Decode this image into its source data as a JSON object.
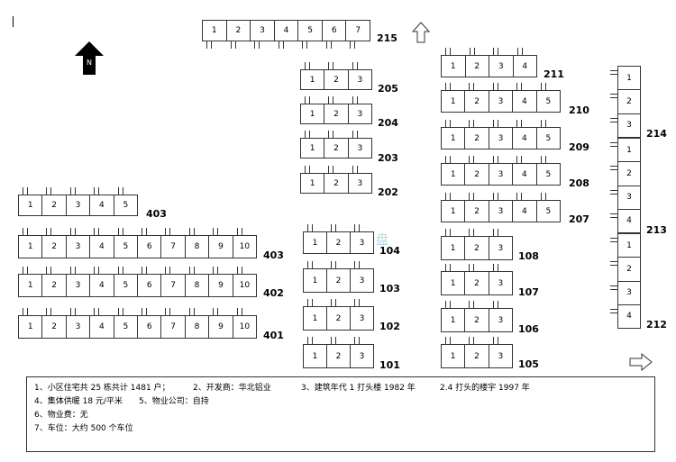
{
  "watermark": "汇聚楼盘",
  "north_label": "N",
  "blocks": [
    {
      "id": "b215",
      "label": "215",
      "units": [
        "1",
        "2",
        "3",
        "4",
        "5",
        "6",
        "7"
      ]
    },
    {
      "id": "b205",
      "label": "205",
      "units": [
        "1",
        "2",
        "3"
      ]
    },
    {
      "id": "b204",
      "label": "204",
      "units": [
        "1",
        "2",
        "3"
      ]
    },
    {
      "id": "b203",
      "label": "203",
      "units": [
        "1",
        "2",
        "3"
      ]
    },
    {
      "id": "b202",
      "label": "202",
      "units": [
        "1",
        "2",
        "3"
      ]
    },
    {
      "id": "b211",
      "label": "211",
      "units": [
        "1",
        "2",
        "3",
        "4"
      ]
    },
    {
      "id": "b210",
      "label": "210",
      "units": [
        "1",
        "2",
        "3",
        "4",
        "5"
      ]
    },
    {
      "id": "b209",
      "label": "209",
      "units": [
        "1",
        "2",
        "3",
        "4",
        "5"
      ]
    },
    {
      "id": "b208",
      "label": "208",
      "units": [
        "1",
        "2",
        "3",
        "4",
        "5"
      ]
    },
    {
      "id": "b207",
      "label": "207",
      "units": [
        "1",
        "2",
        "3",
        "4",
        "5"
      ]
    },
    {
      "id": "b403a",
      "label": "403",
      "units": [
        "1",
        "2",
        "3",
        "4",
        "5"
      ]
    },
    {
      "id": "b403",
      "label": "403",
      "units": [
        "1",
        "2",
        "3",
        "4",
        "5",
        "6",
        "7",
        "8",
        "9",
        "10"
      ]
    },
    {
      "id": "b402",
      "label": "402",
      "units": [
        "1",
        "2",
        "3",
        "4",
        "5",
        "6",
        "7",
        "8",
        "9",
        "10"
      ]
    },
    {
      "id": "b401",
      "label": "401",
      "units": [
        "1",
        "2",
        "3",
        "4",
        "5",
        "6",
        "7",
        "8",
        "9",
        "10"
      ]
    },
    {
      "id": "b104",
      "label": "104",
      "units": [
        "1",
        "2",
        "3"
      ]
    },
    {
      "id": "b103",
      "label": "103",
      "units": [
        "1",
        "2",
        "3"
      ]
    },
    {
      "id": "b102",
      "label": "102",
      "units": [
        "1",
        "2",
        "3"
      ]
    },
    {
      "id": "b101",
      "label": "101",
      "units": [
        "1",
        "2",
        "3"
      ]
    },
    {
      "id": "b108",
      "label": "108",
      "units": [
        "1",
        "2",
        "3"
      ]
    },
    {
      "id": "b107",
      "label": "107",
      "units": [
        "1",
        "2",
        "3"
      ]
    },
    {
      "id": "b106",
      "label": "106",
      "units": [
        "1",
        "2",
        "3"
      ]
    },
    {
      "id": "b105",
      "label": "105",
      "units": [
        "1",
        "2",
        "3"
      ]
    },
    {
      "id": "b214",
      "label": "214",
      "units": [
        "1",
        "2",
        "3"
      ]
    },
    {
      "id": "b213",
      "label": "213",
      "units": [
        "1",
        "2",
        "3",
        "4"
      ]
    },
    {
      "id": "b212",
      "label": "212",
      "units": [
        "1",
        "2",
        "3",
        "4"
      ]
    }
  ],
  "info": {
    "line1_a": "1、小区住宅共 25 栋共计 1481 户；",
    "line1_b": "2、开发商：华北铝业",
    "line1_c": "3、建筑年代 1 打头楼 1982 年",
    "line1_d": "2.4 打头的楼宇 1997 年",
    "line2_a": "4、集体供暖 18 元/平米",
    "line2_b": "5、物业公司：自持",
    "line3": "6、物业费：无",
    "line4": "7、车位：大约 500 个车位"
  }
}
